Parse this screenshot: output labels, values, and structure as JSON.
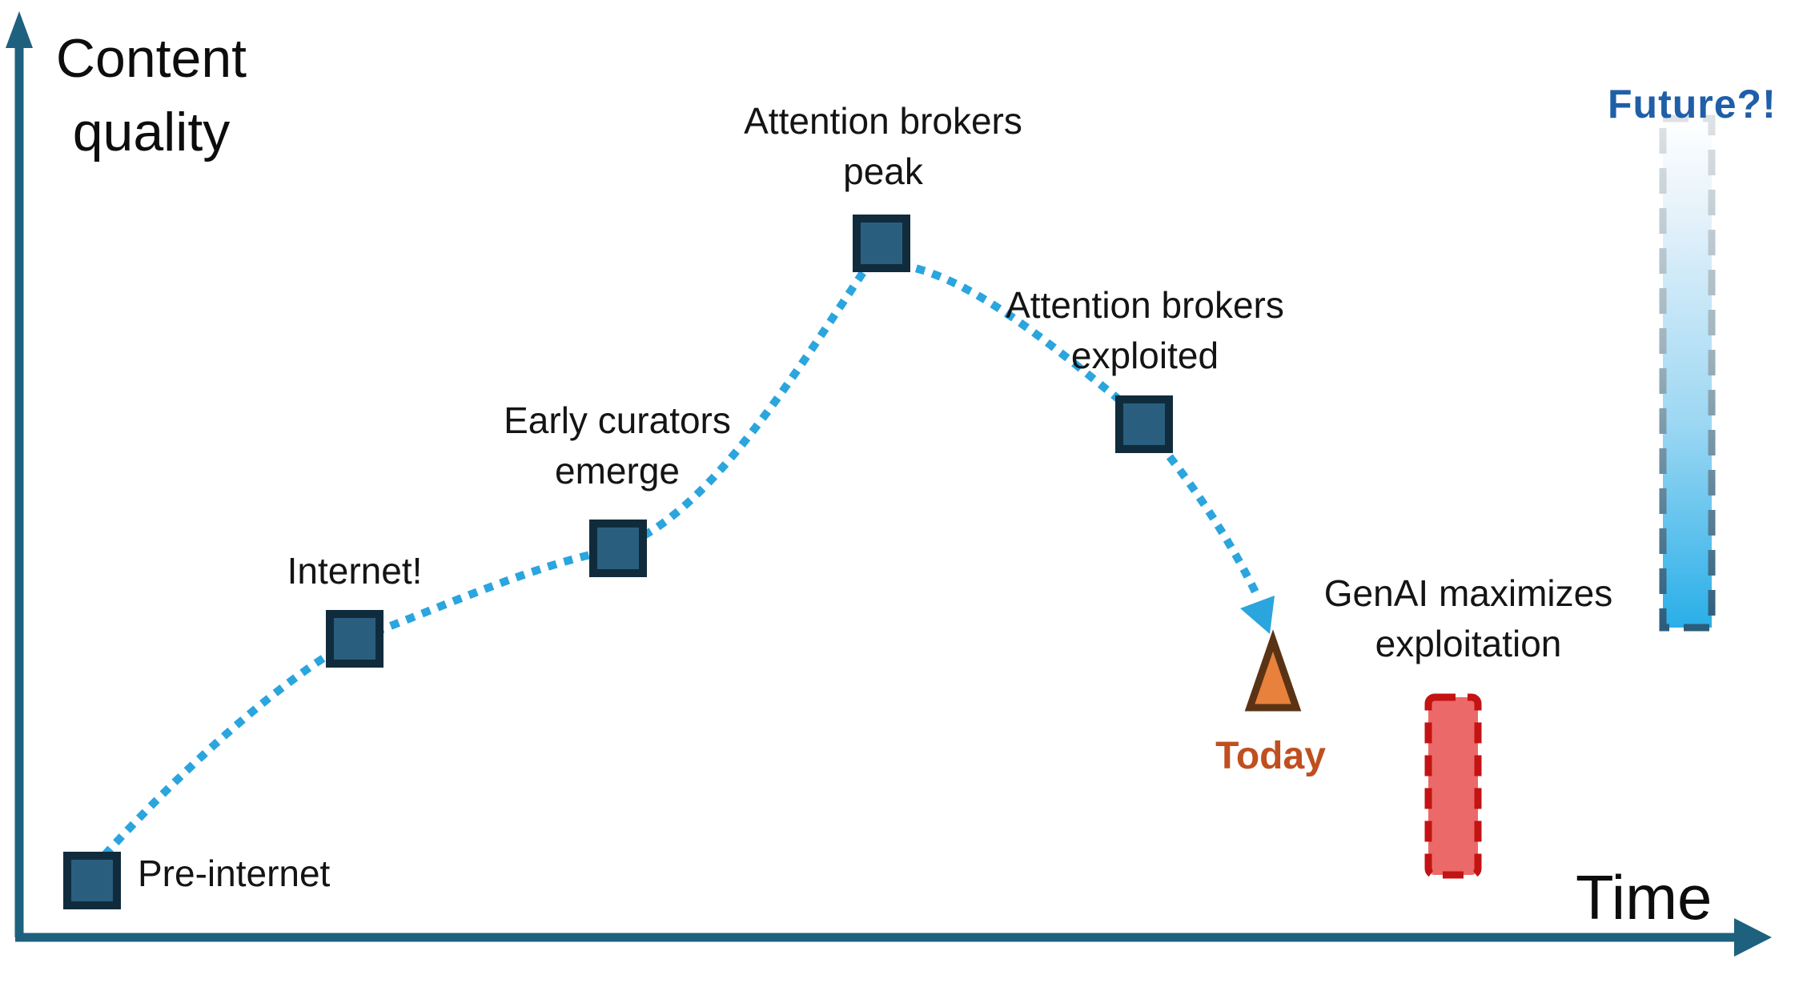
{
  "axes": {
    "y_label": "Content\nquality",
    "x_label": "Time",
    "axis_color": "#1d617f"
  },
  "curve": {
    "style": "dotted",
    "color": "#2aa5de",
    "end_arrow": "down-right toward Today marker"
  },
  "milestones": [
    {
      "id": "pre-internet",
      "label": "Pre-internet"
    },
    {
      "id": "internet",
      "label": "Internet!"
    },
    {
      "id": "early-curators",
      "label": "Early curators\nemerge"
    },
    {
      "id": "attention-peak",
      "label": "Attention brokers\npeak"
    },
    {
      "id": "attention-exploited",
      "label": "Attention brokers\nexploited"
    }
  ],
  "marker_style": {
    "shape": "square",
    "fill": "#2a5e7e",
    "border": "#102c3c"
  },
  "annotations": {
    "today": {
      "label": "Today",
      "label_color": "#c04f1f",
      "marker": "upward-triangle",
      "marker_fill": "#e8813c",
      "marker_border": "#5a3315"
    },
    "genai": {
      "label": "GenAI maximizes\nexploitation",
      "marker": "red-dashed-bar",
      "bar_fill": "#ec6969",
      "bar_border": "#c31313"
    },
    "future": {
      "label": "Future?!",
      "label_color": "#1f5fa8",
      "marker": "blue-gradient-dashed-bar",
      "bar_fill_top": "#f5fbfe",
      "bar_fill_bottom": "#29afe8",
      "bar_border_top": "#d8dde0",
      "bar_border_bottom": "#2b5c7b"
    }
  },
  "chart_data": {
    "type": "line",
    "title": "",
    "xlabel": "Time",
    "ylabel": "Content quality",
    "axes_numeric": false,
    "points": [
      {
        "label": "Pre-internet",
        "time": 0.05,
        "quality": 0.07
      },
      {
        "label": "Internet!",
        "time": 0.2,
        "quality": 0.33
      },
      {
        "label": "Early curators emerge",
        "time": 0.35,
        "quality": 0.43
      },
      {
        "label": "Attention brokers peak",
        "time": 0.5,
        "quality": 0.76
      },
      {
        "label": "Attention brokers exploited",
        "time": 0.65,
        "quality": 0.56
      },
      {
        "label": "Today",
        "time": 0.71,
        "quality": 0.33
      }
    ],
    "ranges": [
      {
        "label": "GenAI maximizes exploitation",
        "time": 0.81,
        "quality_low": 0.07,
        "quality_high": 0.27
      },
      {
        "label": "Future?!",
        "time": 0.94,
        "quality_low": 0.38,
        "quality_high": 0.93
      }
    ]
  }
}
